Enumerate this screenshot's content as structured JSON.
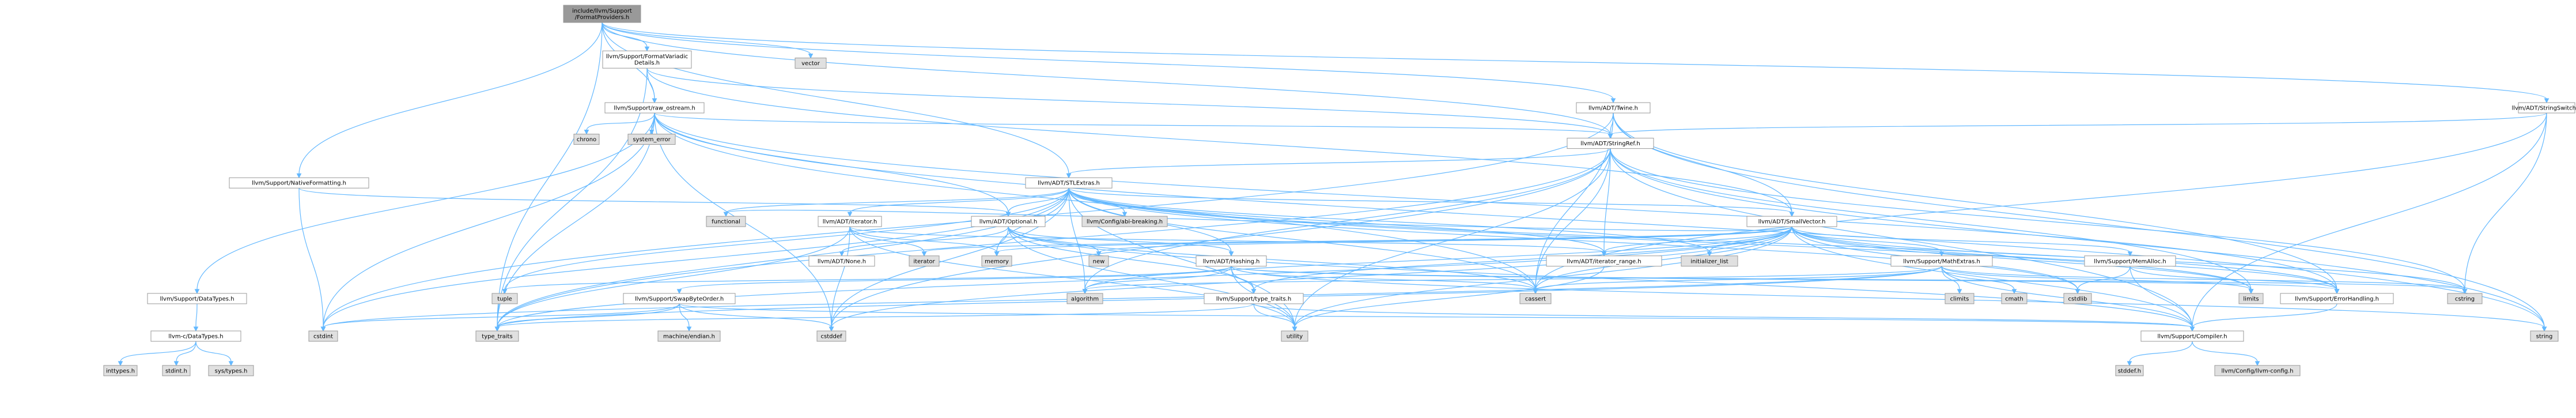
{
  "colors": {
    "root_fill": "#999999",
    "header_fill": "#ffffff",
    "system_fill": "#e0e0e0",
    "border": "#999999",
    "edge": "#63b8ff"
  },
  "nodes": [
    {
      "id": "root",
      "kind": "root",
      "lines": [
        "include/llvm/Support",
        "/FormatProviders.h"
      ]
    },
    {
      "id": "vector",
      "kind": "sys",
      "lines": [
        "vector"
      ]
    },
    {
      "id": "fvd",
      "kind": "hdr",
      "lines": [
        "llvm/Support/FormatVariadic",
        "Details.h"
      ]
    },
    {
      "id": "raw",
      "kind": "hdr",
      "lines": [
        "llvm/Support/raw_ostream.h"
      ]
    },
    {
      "id": "twine",
      "kind": "hdr",
      "lines": [
        "llvm/ADT/Twine.h"
      ]
    },
    {
      "id": "strswitch",
      "kind": "hdr",
      "lines": [
        "llvm/ADT/StringSwitch.h"
      ]
    },
    {
      "id": "chrono",
      "kind": "sys",
      "lines": [
        "chrono"
      ]
    },
    {
      "id": "syserr",
      "kind": "sys",
      "lines": [
        "system_error"
      ]
    },
    {
      "id": "strref",
      "kind": "hdr",
      "lines": [
        "llvm/ADT/StringRef.h"
      ]
    },
    {
      "id": "natfmt",
      "kind": "hdr",
      "lines": [
        "llvm/Support/NativeFormatting.h"
      ]
    },
    {
      "id": "stl",
      "kind": "hdr",
      "lines": [
        "llvm/ADT/STLExtras.h"
      ]
    },
    {
      "id": "functional",
      "kind": "sys",
      "lines": [
        "functional"
      ]
    },
    {
      "id": "iter",
      "kind": "hdr",
      "lines": [
        "llvm/ADT/iterator.h"
      ]
    },
    {
      "id": "opt",
      "kind": "hdr",
      "lines": [
        "llvm/ADT/Optional.h"
      ]
    },
    {
      "id": "abibreak",
      "kind": "sys",
      "lines": [
        "llvm/Config/abi-breaking.h"
      ]
    },
    {
      "id": "smallvec",
      "kind": "hdr",
      "lines": [
        "llvm/ADT/SmallVector.h"
      ]
    },
    {
      "id": "none",
      "kind": "hdr",
      "lines": [
        "llvm/ADT/None.h"
      ]
    },
    {
      "id": "iterator",
      "kind": "sys",
      "lines": [
        "iterator"
      ]
    },
    {
      "id": "memory",
      "kind": "sys",
      "lines": [
        "memory"
      ]
    },
    {
      "id": "new",
      "kind": "sys",
      "lines": [
        "new"
      ]
    },
    {
      "id": "hashing",
      "kind": "hdr",
      "lines": [
        "llvm/ADT/Hashing.h"
      ]
    },
    {
      "id": "iterrange",
      "kind": "hdr",
      "lines": [
        "llvm/ADT/iterator_range.h"
      ]
    },
    {
      "id": "initlist",
      "kind": "sys",
      "lines": [
        "initializer_list"
      ]
    },
    {
      "id": "mathext",
      "kind": "hdr",
      "lines": [
        "llvm/Support/MathExtras.h"
      ]
    },
    {
      "id": "memalloc",
      "kind": "hdr",
      "lines": [
        "llvm/Support/MemAlloc.h"
      ]
    },
    {
      "id": "datatypes",
      "kind": "hdr",
      "lines": [
        "llvm/Support/DataTypes.h"
      ]
    },
    {
      "id": "tuple",
      "kind": "sys",
      "lines": [
        "tuple"
      ]
    },
    {
      "id": "algorithm",
      "kind": "sys",
      "lines": [
        "algorithm"
      ]
    },
    {
      "id": "swapbyte",
      "kind": "hdr",
      "lines": [
        "llvm/Support/SwapByteOrder.h"
      ]
    },
    {
      "id": "typetraits_h",
      "kind": "hdr",
      "lines": [
        "llvm/Support/type_traits.h"
      ]
    },
    {
      "id": "cassert",
      "kind": "sys",
      "lines": [
        "cassert"
      ]
    },
    {
      "id": "climits",
      "kind": "sys",
      "lines": [
        "climits"
      ]
    },
    {
      "id": "cmath",
      "kind": "sys",
      "lines": [
        "cmath"
      ]
    },
    {
      "id": "cstdlib",
      "kind": "sys",
      "lines": [
        "cstdlib"
      ]
    },
    {
      "id": "limits",
      "kind": "sys",
      "lines": [
        "limits"
      ]
    },
    {
      "id": "errhandling",
      "kind": "hdr",
      "lines": [
        "llvm/Support/ErrorHandling.h"
      ]
    },
    {
      "id": "cstring",
      "kind": "sys",
      "lines": [
        "cstring"
      ]
    },
    {
      "id": "llvmctypes",
      "kind": "hdr",
      "lines": [
        "llvm-c/DataTypes.h"
      ]
    },
    {
      "id": "cstdint",
      "kind": "sys",
      "lines": [
        "cstdint"
      ]
    },
    {
      "id": "machineendian",
      "kind": "sys",
      "lines": [
        "machine/endian.h"
      ]
    },
    {
      "id": "cstddef",
      "kind": "sys",
      "lines": [
        "cstddef"
      ]
    },
    {
      "id": "type_traits",
      "kind": "sys",
      "lines": [
        "type_traits"
      ]
    },
    {
      "id": "utility",
      "kind": "sys",
      "lines": [
        "utility"
      ]
    },
    {
      "id": "compiler",
      "kind": "hdr",
      "lines": [
        "llvm/Support/Compiler.h"
      ]
    },
    {
      "id": "string",
      "kind": "sys",
      "lines": [
        "string"
      ]
    },
    {
      "id": "inttypes",
      "kind": "sys",
      "lines": [
        "inttypes.h"
      ]
    },
    {
      "id": "stdint",
      "kind": "sys",
      "lines": [
        "stdint.h"
      ]
    },
    {
      "id": "systypes",
      "kind": "sys",
      "lines": [
        "sys/types.h"
      ]
    },
    {
      "id": "stddef",
      "kind": "sys",
      "lines": [
        "stddef.h"
      ]
    },
    {
      "id": "llvmconfig",
      "kind": "sys",
      "lines": [
        "llvm/Config/llvm-config.h"
      ]
    }
  ],
  "edges": [
    [
      "root",
      "vector"
    ],
    [
      "root",
      "fvd"
    ],
    [
      "root",
      "raw"
    ],
    [
      "root",
      "twine"
    ],
    [
      "root",
      "strswitch"
    ],
    [
      "root",
      "strref"
    ],
    [
      "root",
      "natfmt"
    ],
    [
      "root",
      "stl"
    ],
    [
      "root",
      "type_traits"
    ],
    [
      "fvd",
      "raw"
    ],
    [
      "fvd",
      "strref"
    ],
    [
      "fvd",
      "type_traits"
    ],
    [
      "fvd",
      "smallvec"
    ],
    [
      "raw",
      "chrono"
    ],
    [
      "raw",
      "syserr"
    ],
    [
      "raw",
      "strref"
    ],
    [
      "raw",
      "datatypes"
    ],
    [
      "raw",
      "cassert"
    ],
    [
      "raw",
      "cstddef"
    ],
    [
      "raw",
      "cstdint"
    ],
    [
      "raw",
      "string"
    ],
    [
      "raw",
      "type_traits"
    ],
    [
      "raw",
      "opt"
    ],
    [
      "raw",
      "errhandling"
    ],
    [
      "twine",
      "strref"
    ],
    [
      "twine",
      "smallvec"
    ],
    [
      "twine",
      "errhandling"
    ],
    [
      "twine",
      "cassert"
    ],
    [
      "twine",
      "cstdint"
    ],
    [
      "twine",
      "string"
    ],
    [
      "strswitch",
      "strref"
    ],
    [
      "strswitch",
      "compiler"
    ],
    [
      "strswitch",
      "cassert"
    ],
    [
      "strswitch",
      "cstring"
    ],
    [
      "strref",
      "stl"
    ],
    [
      "strref",
      "iterrange"
    ],
    [
      "strref",
      "compiler"
    ],
    [
      "strref",
      "algorithm"
    ],
    [
      "strref",
      "cassert"
    ],
    [
      "strref",
      "cstddef"
    ],
    [
      "strref",
      "cstring"
    ],
    [
      "strref",
      "limits"
    ],
    [
      "strref",
      "string"
    ],
    [
      "strref",
      "type_traits"
    ],
    [
      "strref",
      "utility"
    ],
    [
      "natfmt",
      "opt"
    ],
    [
      "natfmt",
      "cstdint"
    ],
    [
      "stl",
      "functional"
    ],
    [
      "stl",
      "iter"
    ],
    [
      "stl",
      "opt"
    ],
    [
      "stl",
      "abibreak"
    ],
    [
      "stl",
      "smallvec"
    ],
    [
      "stl",
      "hashing"
    ],
    [
      "stl",
      "iterrange"
    ],
    [
      "stl",
      "errhandling"
    ],
    [
      "stl",
      "memory"
    ],
    [
      "stl",
      "tuple"
    ],
    [
      "stl",
      "type_traits"
    ],
    [
      "stl",
      "utility"
    ],
    [
      "stl",
      "initlist"
    ],
    [
      "stl",
      "cassert"
    ],
    [
      "stl",
      "cstddef"
    ],
    [
      "stl",
      "cstdint"
    ],
    [
      "stl",
      "cstdlib"
    ],
    [
      "stl",
      "limits"
    ],
    [
      "stl",
      "algorithm"
    ],
    [
      "iter",
      "iterrange"
    ],
    [
      "iter",
      "iterator"
    ],
    [
      "iter",
      "memory"
    ],
    [
      "iter",
      "cstddef"
    ],
    [
      "iter",
      "type_traits"
    ],
    [
      "iter",
      "utility"
    ],
    [
      "opt",
      "none"
    ],
    [
      "opt",
      "hashing"
    ],
    [
      "opt",
      "compiler"
    ],
    [
      "opt",
      "typetraits_h"
    ],
    [
      "opt",
      "cassert"
    ],
    [
      "opt",
      "memory"
    ],
    [
      "opt",
      "new"
    ],
    [
      "opt",
      "utility"
    ],
    [
      "smallvec",
      "compiler"
    ],
    [
      "smallvec",
      "mathext"
    ],
    [
      "smallvec",
      "memalloc"
    ],
    [
      "smallvec",
      "typetraits_h"
    ],
    [
      "smallvec",
      "algorithm"
    ],
    [
      "smallvec",
      "cassert"
    ],
    [
      "smallvec",
      "cstddef"
    ],
    [
      "smallvec",
      "cstdlib"
    ],
    [
      "smallvec",
      "cstring"
    ],
    [
      "smallvec",
      "functional"
    ],
    [
      "smallvec",
      "initlist"
    ],
    [
      "smallvec",
      "iterator"
    ],
    [
      "smallvec",
      "limits"
    ],
    [
      "smallvec",
      "memory"
    ],
    [
      "smallvec",
      "new"
    ],
    [
      "smallvec",
      "type_traits"
    ],
    [
      "smallvec",
      "utility"
    ],
    [
      "smallvec",
      "iterrange"
    ],
    [
      "smallvec",
      "errhandling"
    ],
    [
      "hashing",
      "errhandling"
    ],
    [
      "hashing",
      "swapbyte"
    ],
    [
      "hashing",
      "typetraits_h"
    ],
    [
      "hashing",
      "algorithm"
    ],
    [
      "hashing",
      "cassert"
    ],
    [
      "hashing",
      "cstring"
    ],
    [
      "hashing",
      "string"
    ],
    [
      "hashing",
      "tuple"
    ],
    [
      "hashing",
      "utility"
    ],
    [
      "iterrange",
      "utility"
    ],
    [
      "mathext",
      "compiler"
    ],
    [
      "mathext",
      "algorithm"
    ],
    [
      "mathext",
      "cassert"
    ],
    [
      "mathext",
      "climits"
    ],
    [
      "mathext",
      "cmath"
    ],
    [
      "mathext",
      "cstdint"
    ],
    [
      "mathext",
      "cstring"
    ],
    [
      "mathext",
      "limits"
    ],
    [
      "mathext",
      "type_traits"
    ],
    [
      "memalloc",
      "compiler"
    ],
    [
      "memalloc",
      "errhandling"
    ],
    [
      "memalloc",
      "cstdlib"
    ],
    [
      "datatypes",
      "llvmctypes"
    ],
    [
      "llvmctypes",
      "inttypes"
    ],
    [
      "llvmctypes",
      "stdint"
    ],
    [
      "llvmctypes",
      "systypes"
    ],
    [
      "swapbyte",
      "compiler"
    ],
    [
      "swapbyte",
      "cstddef"
    ],
    [
      "swapbyte",
      "cstdint"
    ],
    [
      "swapbyte",
      "type_traits"
    ],
    [
      "swapbyte",
      "machineendian"
    ],
    [
      "typetraits_h",
      "compiler"
    ],
    [
      "typetraits_h",
      "type_traits"
    ],
    [
      "typetraits_h",
      "utility"
    ],
    [
      "errhandling",
      "compiler"
    ],
    [
      "compiler",
      "stddef"
    ],
    [
      "compiler",
      "llvmconfig"
    ]
  ]
}
